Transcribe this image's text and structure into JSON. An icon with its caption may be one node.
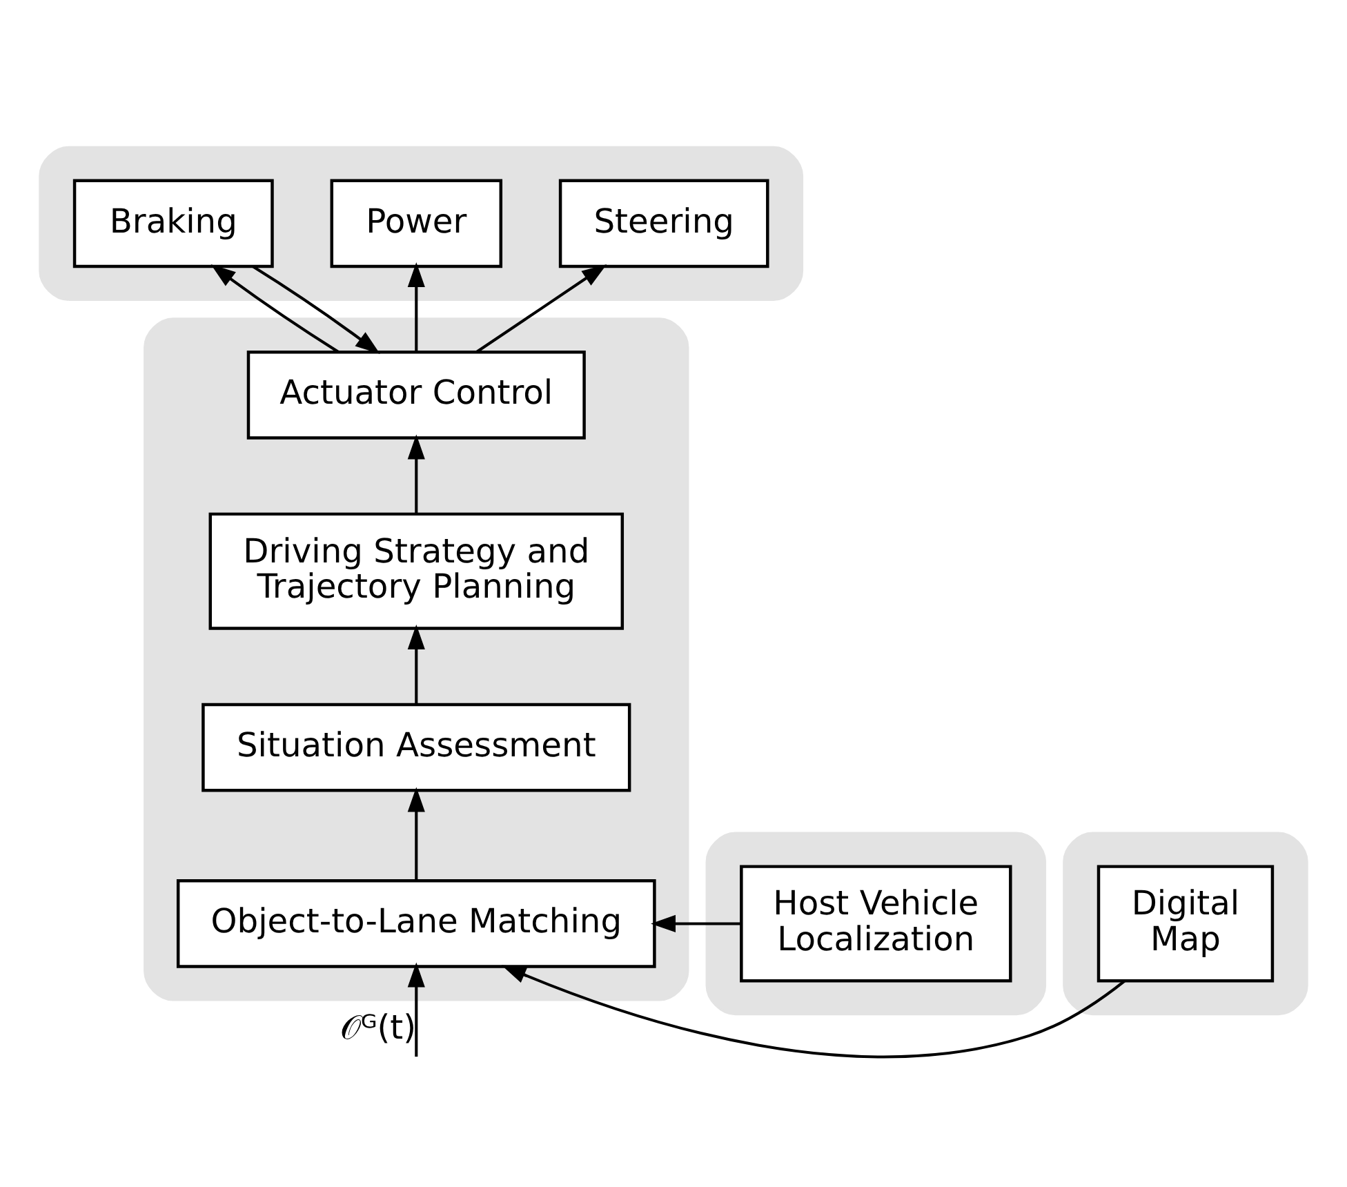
{
  "diagram": {
    "nodes": [
      {
        "text": [],
        "shape": "box"
      },
      {
        "text": [
          "Steering"
        ],
        "in": 0
      },
      {
        "text": [
          "Power"
        ],
        "in": 0
      },
      {
        "text": [
          "Braking"
        ],
        "in": 0
      },
      {
        "text": [],
        "shape": "box"
      },
      {
        "text": [
          "Actuator Control"
        ],
        "in": 4
      },
      {
        "text": [
          "Driving Strategy and Trajectory Planning"
        ],
        "in": 4
      },
      {
        "text": [
          "Situation Assessment"
        ],
        "in": 4
      },
      {
        "text": [
          "Object-to-Lane Matching"
        ],
        "in": 4
      },
      {
        "text": [],
        "shape": "box"
      },
      {
        "text": [
          "Host Vehicle Localization"
        ],
        "in": 9
      },
      {
        "text": [],
        "shape": "box"
      },
      {
        "text": [
          "Digital Map"
        ],
        "in": 11
      }
    ],
    "edges": [
      {
        "from": 5,
        "to": 1,
        "arrow": "to"
      },
      {
        "from": 5,
        "to": 2,
        "arrow": "to"
      },
      {
        "from": 5,
        "to": 3,
        "arrow": "to"
      },
      {
        "from": 3,
        "to": 5,
        "arrow": "to"
      },
      {
        "from": 6,
        "to": 5,
        "arrow": "to"
      },
      {
        "from": 7,
        "to": 6,
        "arrow": "to"
      },
      {
        "from": 8,
        "to": 7,
        "arrow": "to"
      },
      {
        "from": 10,
        "to": 8,
        "arrow": "to"
      },
      {
        "from": 12,
        "to": 8,
        "arrow": "to"
      },
      {
        "from": null,
        "to": 8,
        "arrow": "to",
        "label": "𝒪ᴳ(t)"
      }
    ]
  }
}
